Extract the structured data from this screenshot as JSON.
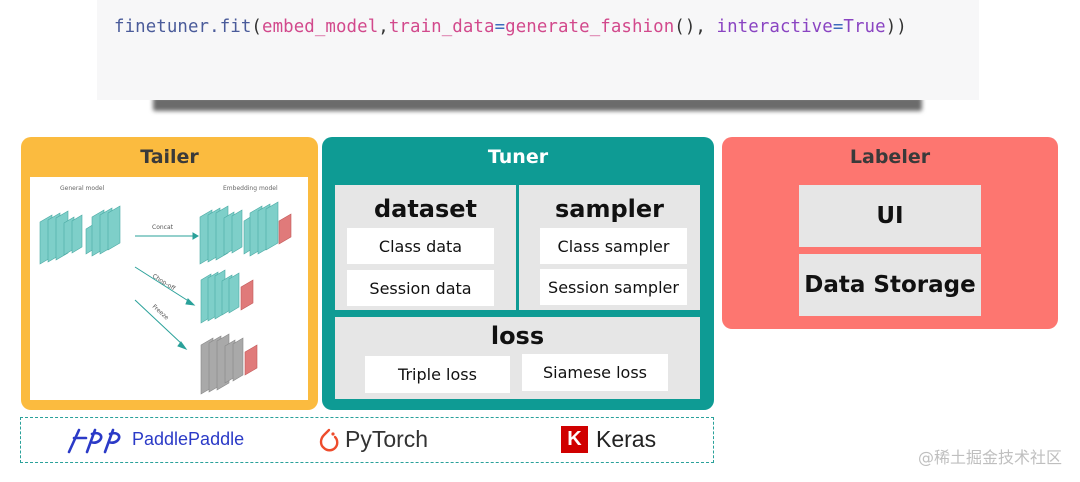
{
  "code": {
    "fn": "finetuner.fit",
    "open": "(",
    "arg1": "embed_model",
    "comma1": ",",
    "kw1": "train_data",
    "eq1": "=",
    "val1": "generate_fashion",
    "call_parens": "()",
    "comma2": ", ",
    "kw2": "interactive",
    "eq2": "=",
    "val2": "True",
    "close": "))"
  },
  "tailer": {
    "title": "Tailer",
    "diagram": {
      "general_label": "General model",
      "embedding_label": "Embedding model",
      "arrow_labels": [
        "Concat",
        "Chop-off",
        "Freeze"
      ]
    }
  },
  "tuner": {
    "title": "Tuner",
    "dataset": {
      "title": "dataset",
      "items": [
        "Class data",
        "Session data"
      ]
    },
    "sampler": {
      "title": "sampler",
      "items": [
        "Class sampler",
        "Session sampler"
      ]
    },
    "loss": {
      "title": "loss",
      "items": [
        "Triple loss",
        "Siamese loss"
      ]
    }
  },
  "labeler": {
    "title": "Labeler",
    "items": [
      "UI",
      "Data Storage"
    ]
  },
  "frameworks": {
    "paddle": "PaddlePaddle",
    "pytorch": "PyTorch",
    "keras_badge": "K",
    "keras": "Keras"
  },
  "watermark": "@稀土掘金技术社区",
  "colors": {
    "tailer": "#fbbb3f",
    "tuner": "#0e9b94",
    "labeler": "#fd7670",
    "teal_layer": "#7ecfc9",
    "red_layer": "#e07a7a",
    "gray_layer": "#a9a9a9"
  },
  "icons": [
    "paddlepaddle-logo-icon",
    "pytorch-flame-icon",
    "keras-k-icon"
  ]
}
